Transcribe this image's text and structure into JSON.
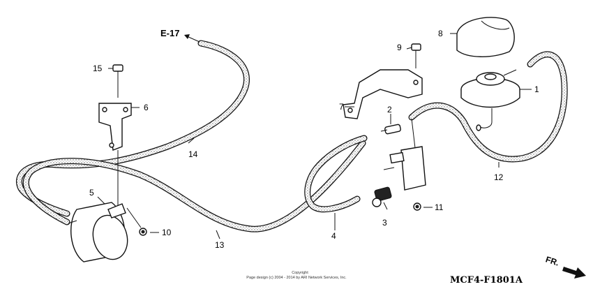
{
  "labels": {
    "ref_e17": "E-17",
    "p1": "1",
    "p2": "2",
    "p3": "3",
    "p4": "4",
    "p5": "5",
    "p6": "6",
    "p7": "7",
    "p8": "8",
    "p9": "9",
    "p10": "10",
    "p11": "11",
    "p12": "12",
    "p13": "13",
    "p14": "14",
    "p15": "15"
  },
  "footer": {
    "copyright_line1": "Copyright",
    "copyright_line2": "Page design (c) 2004 - 2014 by ARI Network Services, Inc.",
    "diagram_code": "MCF4-F1801A",
    "direction_label": "FR."
  }
}
